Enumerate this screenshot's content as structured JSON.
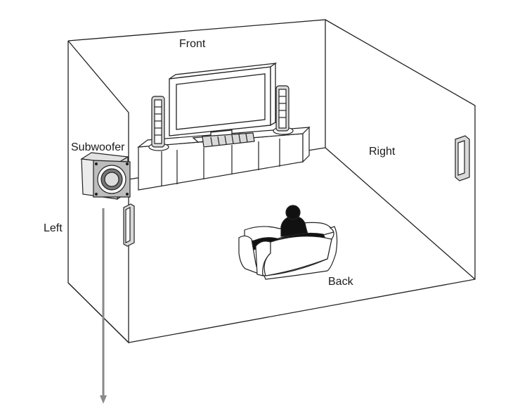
{
  "labels": {
    "front": "Front",
    "back": "Back",
    "left": "Left",
    "right": "Right",
    "subwoofer": "Subwoofer"
  },
  "colors": {
    "line": "#222222",
    "speaker_fill": "#d9d9d9",
    "sub_fill": "#e2e2e2",
    "arrow": "#8a8a8a",
    "person": "#111111"
  }
}
